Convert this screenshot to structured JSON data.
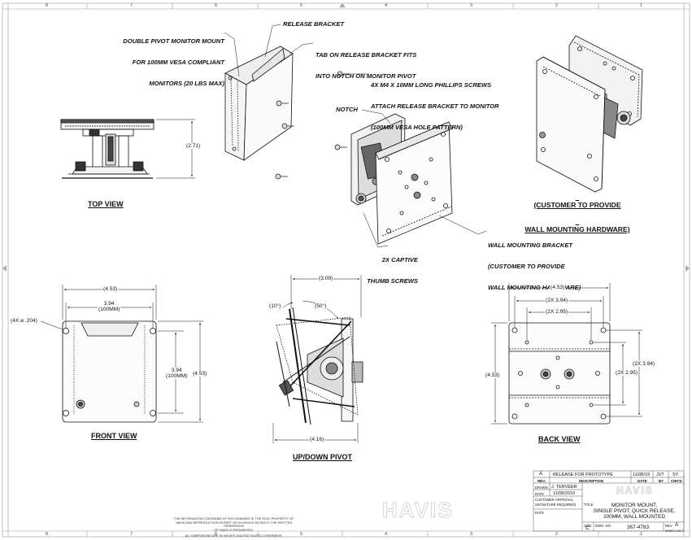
{
  "callouts": {
    "monitor_mount": [
      "DOUBLE PIVOT MONITOR MOUNT",
      "FOR 100MM VESA COMPLIANT",
      "MONITORS (20 LBS MAX)"
    ],
    "release_bracket": "RELEASE BRACKET",
    "tab": [
      "TAB ON RELEASE BRACKET FITS",
      "INTO NOTCH ON MONITOR PIVOT"
    ],
    "screws": [
      "4X M4 X 10MM LONG PHILLIPS SCREWS",
      "ATTACH RELEASE BRACKET TO MONITOR",
      "(100MM VESA HOLE PATTERN)"
    ],
    "notch": "NOTCH",
    "customer_hw": [
      "(CUSTOMER TO PROVIDE",
      "WALL MOUNTING HARDWARE)"
    ],
    "wall_bracket": [
      "WALL MOUNTING BRACKET",
      "(CUSTOMER TO PROVIDE",
      "WALL MOUNTING HARDWARE)"
    ],
    "thumb_screws": [
      "2X CAPTIVE",
      "THUMB SCREWS"
    ]
  },
  "views": {
    "top": "TOP VIEW",
    "front": "FRONT VIEW",
    "pivot": "UP/DOWN PIVOT",
    "back": "BACK VIEW"
  },
  "dimensions": {
    "top_height": "(2.71)",
    "front_width": "(4.53)",
    "front_inner_width": [
      "3.94",
      "(100MM)"
    ],
    "front_hole": "(4X ⌀ .204)",
    "front_inner_height": [
      "3.94",
      "(100MM)"
    ],
    "front_height": "(4.53)",
    "pivot_depth": "(3.09)",
    "pivot_up": "(10°)",
    "pivot_down": "(50°)",
    "pivot_width": "(4.16)",
    "back_width": "(4.53)",
    "back_hole_1": "(2X 3.94)",
    "back_hole_2": "(2X 2.95)",
    "back_height": "(4.53)",
    "back_v_1": "(2X 3.94)",
    "back_v_2": "(2X 2.95)"
  },
  "rulers": {
    "top": [
      "8",
      "7",
      "6",
      "5",
      "4",
      "3",
      "2",
      "1"
    ],
    "bottom": [
      "8",
      "7",
      "6",
      "5",
      "4",
      "3",
      "2",
      "1"
    ]
  },
  "title_block": {
    "rev_value": "A",
    "rev_desc": "RELEASE FOR PROTOTYPE",
    "rev_date": "11/08/19",
    "rev_by": "JVT",
    "rev_chkd": "SY",
    "col_rev": "REV.",
    "col_desc": "DESCRIPTION",
    "col_date": "DATE",
    "col_by": "BY",
    "col_chkd": "CHK'D",
    "drawn_label": "DRAWN",
    "drawn_value": "J. TERVEER",
    "date_label": "DATE",
    "date_value": "11/08/2019",
    "approval_label": "CUSTOMER APPROVAL (SIGNATURE REQUIRED)",
    "date2_label": "DATE",
    "title_label": "TITLE",
    "title_lines": [
      "MONITOR MOUNT,",
      "SINGLE PIVOT, QUICK RELEASE,",
      "100MM, WALL MOUNTED"
    ],
    "size_label": "SIZE",
    "size_value": "C",
    "dwg_label": "DWG. NO.",
    "dwg_value": "367-4783",
    "rev_label": "REV.",
    "rev_value_2": "A",
    "sheet": "SHEET 1 OF 1",
    "brand_small": "HAVIS",
    "brand_large": "HAVIS"
  },
  "notice": [
    "THE INFORMATION CONTAINED IN THIS DRAWING IS THE SOLE PROPERTY OF",
    "HAVIS AND REPRODUCTION IN PART OR IN WHOLE WITHOUT THE WRITTEN PERMISSION",
    "OF HAVIS IS PROHIBITED.",
    "ALL DIMENSIONS ARE IN INCHES UNLESS STATED OTHERWISE."
  ]
}
